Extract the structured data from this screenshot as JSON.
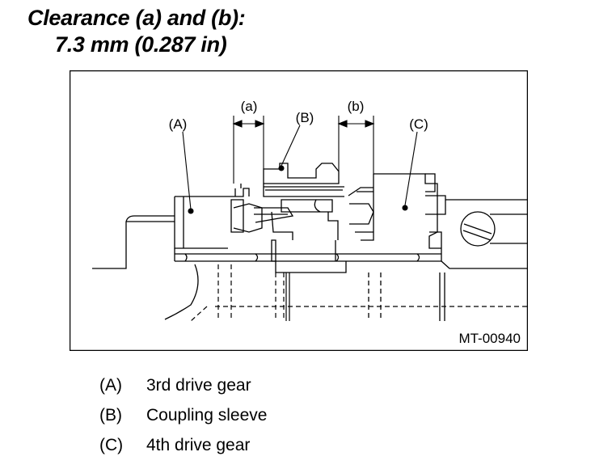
{
  "heading": {
    "line1": "Clearance (a) and (b):",
    "line2": "7.3 mm (0.287 in)"
  },
  "figure": {
    "callouts": {
      "a": "(a)",
      "b": "(b)",
      "A": "(A)",
      "B": "(B)",
      "C": "(C)"
    },
    "code": "MT-00940"
  },
  "legend": [
    {
      "key": "(A)",
      "text": "3rd drive gear"
    },
    {
      "key": "(B)",
      "text": "Coupling sleeve"
    },
    {
      "key": "(C)",
      "text": "4th drive gear"
    }
  ]
}
